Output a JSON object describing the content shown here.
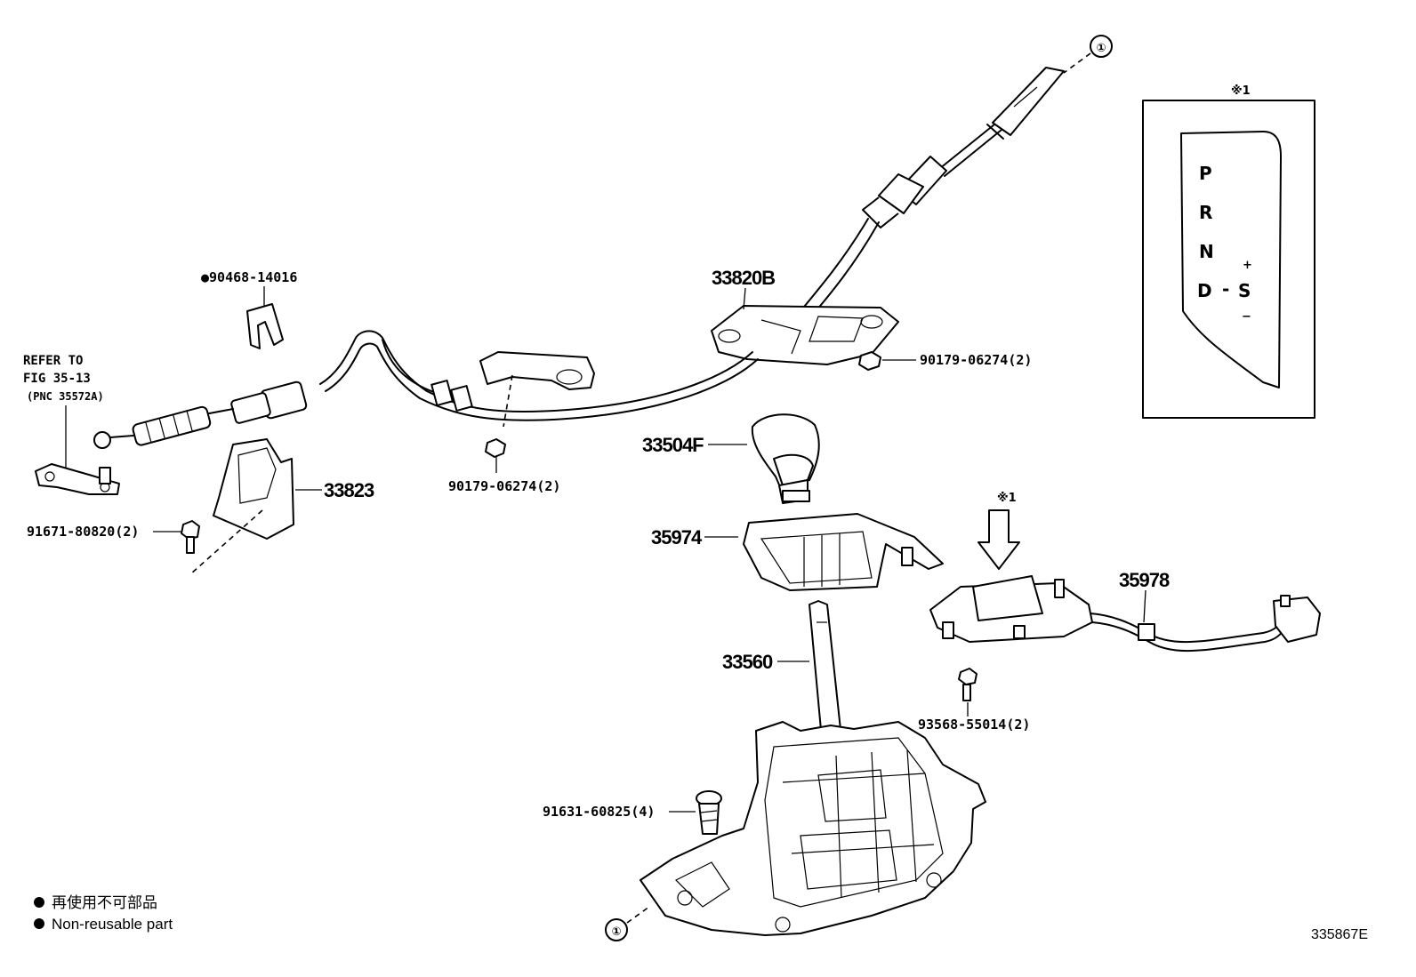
{
  "diagram_code": "335867E",
  "callout_marker": "①",
  "note_marker": "※1",
  "parts": {
    "cable_assy": "33820B",
    "clip": "●90468-14016",
    "cable_bracket_nut": "90179-06274(2)",
    "cable_mid_nut": "90179-06274(2)",
    "cover_33823": "33823",
    "bolt_91671": "91671-80820(2)",
    "knob": "33504F",
    "housing": "35974",
    "lever": "33560",
    "shift_lock": "35978",
    "screw_93568": "93568-55014(2)",
    "bolt_91631": "91631-60825(4)"
  },
  "reference": {
    "line1": "REFER TO",
    "line2": "FIG 35-13",
    "line3": "(PNC 35572A)"
  },
  "gate": {
    "p": "P",
    "r": "R",
    "n": "N",
    "d": "D",
    "dash": "-",
    "s": "S",
    "plus": "+",
    "minus": "−"
  },
  "legend": {
    "jp": "再使用不可部品",
    "en": "Non-reusable part"
  }
}
